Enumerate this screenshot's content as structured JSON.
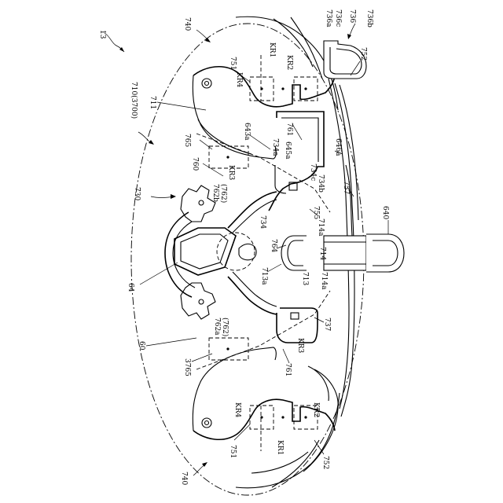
{
  "figure": {
    "callouts": {
      "c13": "13",
      "c740_top": "740",
      "c740_bottom": "740",
      "c710": "710(3700)",
      "c711": "711",
      "c730": "730",
      "c64": "64",
      "c60": "60",
      "c3765": "3765",
      "c765": "765",
      "c760": "760",
      "c762b": "762b",
      "c762b_paren": "(762)",
      "c762a": "762a",
      "c762a_paren": "(762)",
      "c643a": "643a",
      "c645a": "645a",
      "c646a": "646a",
      "c734a": "734a",
      "c734": "734",
      "c734b": "734b",
      "c734c": "734c",
      "c761_top": "761",
      "c761_bottom": "761",
      "c764": "764",
      "c713": "713",
      "c713a": "713a",
      "c714": "714",
      "c714a_top": "714a",
      "c714a_bottom": "714a",
      "c755": "755",
      "c757": "757",
      "c737": "737",
      "c640": "640",
      "c736": "736",
      "c736a": "736a",
      "c736b": "736b",
      "c736c": "736c",
      "c752_top": "752",
      "c752_bottom": "752",
      "c751_top": "751",
      "c751_bottom": "751",
      "kr1_top": "KR1",
      "kr2_top": "KR2",
      "kr3_top": "KR3",
      "kr4_top": "KR4",
      "kr1_bottom": "KR1",
      "kr2_bottom": "KR2",
      "kr3_bottom": "KR3",
      "kr4_bottom": "KR4"
    }
  }
}
